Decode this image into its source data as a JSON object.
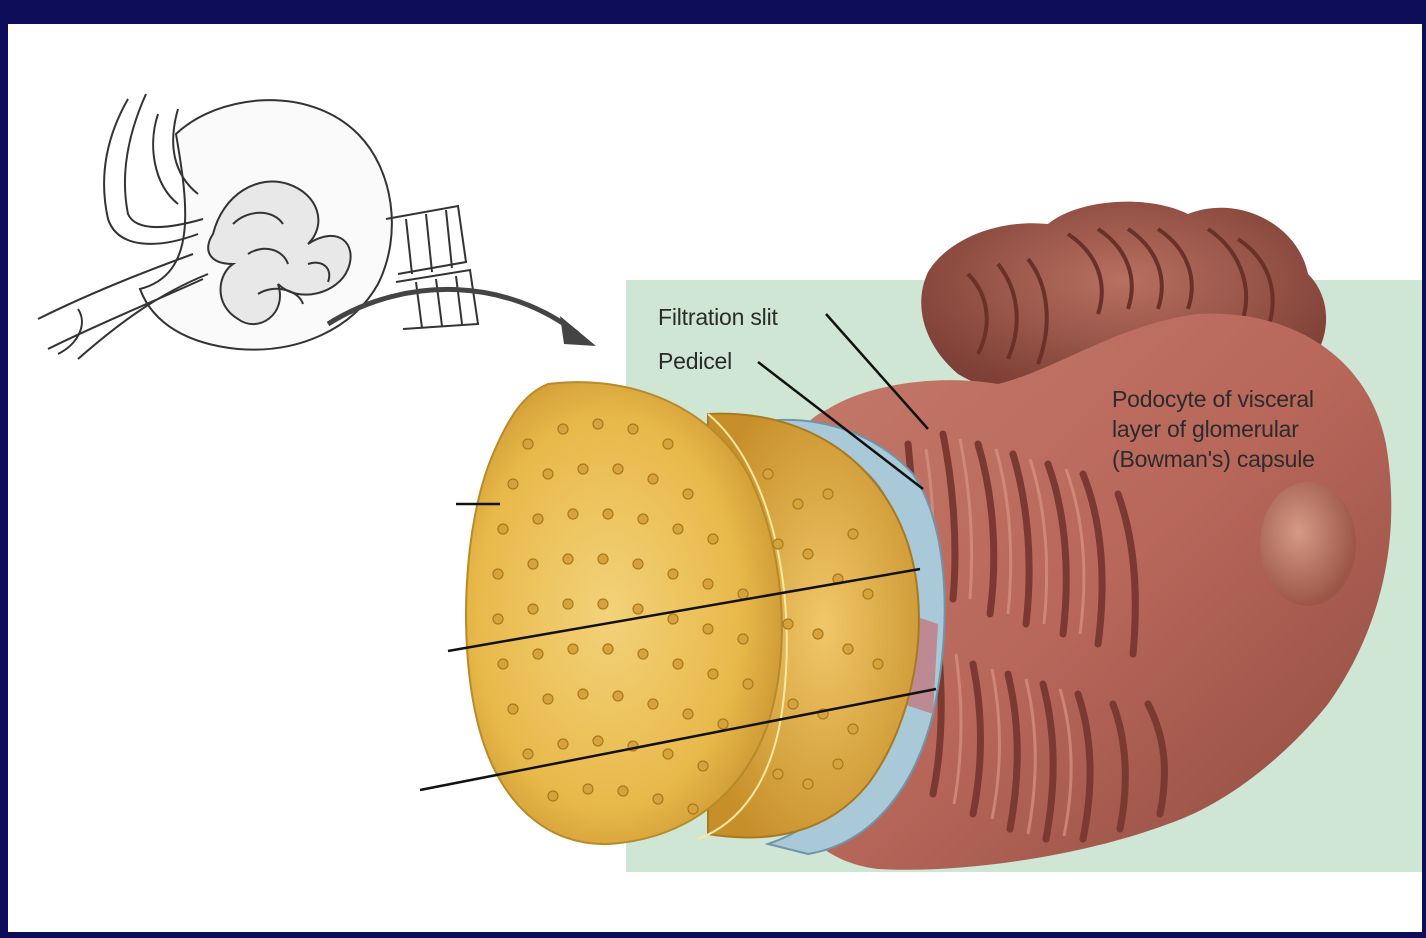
{
  "labels": {
    "filtration_slit": "Filtration slit",
    "pedicel": "Pedicel",
    "podocyte_line1": "Podocyte of visceral",
    "podocyte_line2": "layer of glomerular",
    "podocyte_line3": "(Bowman's) capsule"
  },
  "colors": {
    "slide_background": "#0d0d5a",
    "panel_background": "#ffffff",
    "inset_background": "#cfe6d4",
    "endothelium": "#e8b94a",
    "basement_membrane": "#a9c8d8",
    "podocyte": "#b8675a",
    "label_text": "#2b2b2b"
  }
}
